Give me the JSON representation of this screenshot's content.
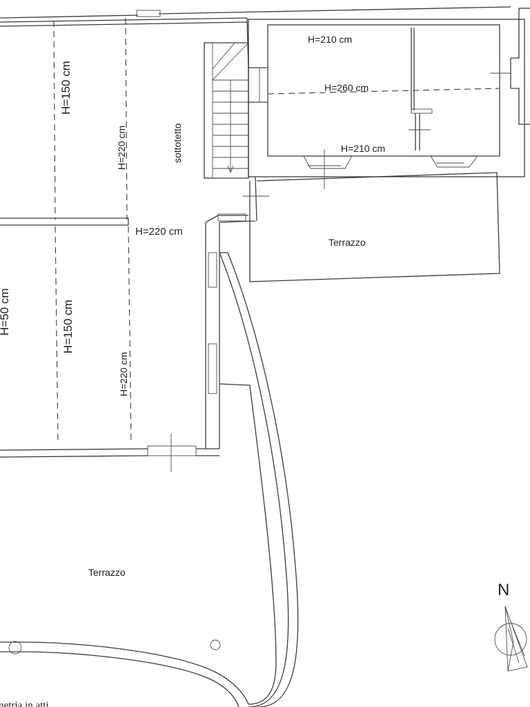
{
  "plan": {
    "labels": {
      "attic": "sottotetto",
      "left_top_h150": "H=150 cm",
      "left_top_h220": "H=220 cm",
      "mid_h220": "H=220 cm",
      "left_bottom_h50": "H=50 cm",
      "left_bottom_h150": "H=150 cm",
      "left_bottom_h220": "H=220 cm",
      "right_top_h210": "H=210 cm",
      "right_mid_h260": "H=260 cm",
      "right_low_h210": "H=210 cm",
      "terrace_right": "Terrazzo",
      "terrace_bottom": "Terrazzo",
      "north": "N",
      "footer_note": "metria in atti"
    }
  }
}
